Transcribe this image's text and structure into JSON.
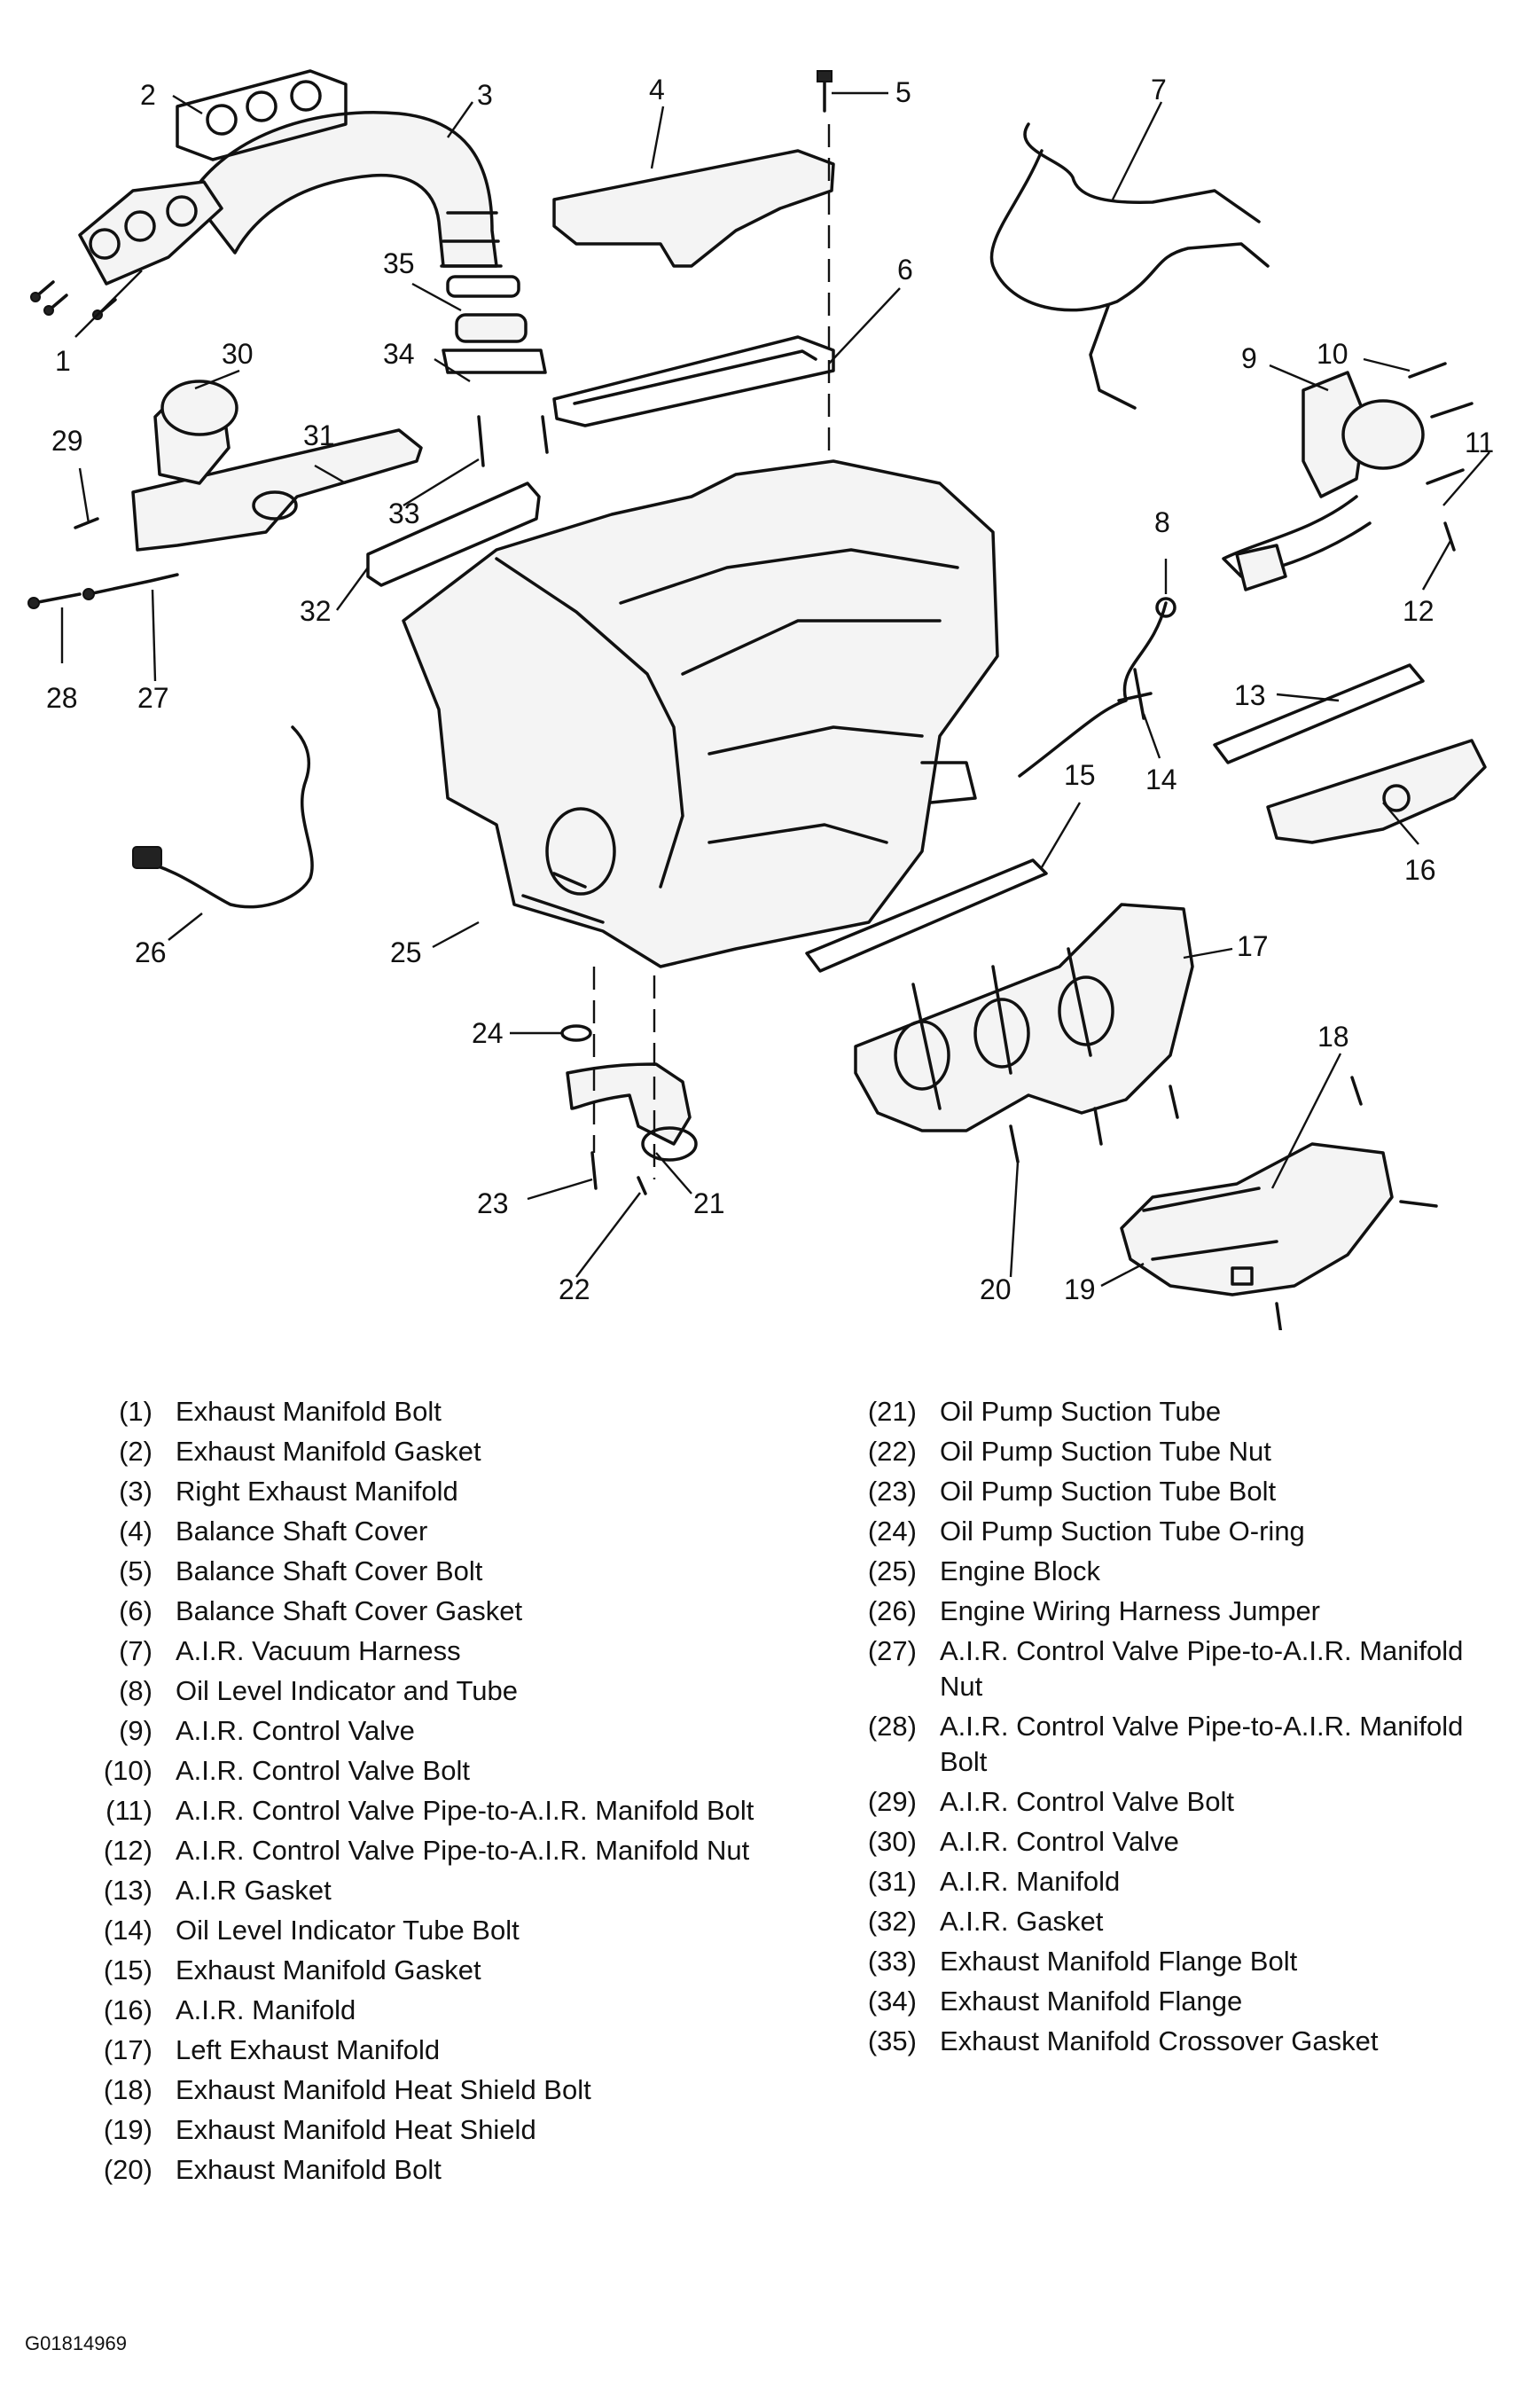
{
  "callouts": {
    "n1": "1",
    "n2": "2",
    "n3": "3",
    "n4": "4",
    "n5": "5",
    "n6": "6",
    "n7": "7",
    "n8": "8",
    "n9": "9",
    "n10": "10",
    "n11": "11",
    "n12": "12",
    "n13": "13",
    "n14": "14",
    "n15": "15",
    "n16": "16",
    "n17": "17",
    "n18": "18",
    "n19": "19",
    "n20": "20",
    "n21": "21",
    "n22": "22",
    "n23": "23",
    "n24": "24",
    "n25": "25",
    "n26": "26",
    "n27": "27",
    "n28": "28",
    "n29": "29",
    "n30": "30",
    "n31": "31",
    "n32": "32",
    "n33": "33",
    "n34": "34",
    "n35": "35"
  },
  "legend_left": [
    {
      "num": "(1)",
      "label": "Exhaust Manifold Bolt"
    },
    {
      "num": "(2)",
      "label": "Exhaust Manifold Gasket"
    },
    {
      "num": "(3)",
      "label": "Right Exhaust Manifold"
    },
    {
      "num": "(4)",
      "label": "Balance Shaft Cover"
    },
    {
      "num": "(5)",
      "label": "Balance Shaft Cover Bolt"
    },
    {
      "num": "(6)",
      "label": "Balance Shaft Cover Gasket"
    },
    {
      "num": "(7)",
      "label": "A.I.R. Vacuum Harness"
    },
    {
      "num": "(8)",
      "label": "Oil Level Indicator and Tube"
    },
    {
      "num": "(9)",
      "label": "A.I.R. Control Valve"
    },
    {
      "num": "(10)",
      "label": "A.I.R. Control Valve Bolt"
    },
    {
      "num": "(11)",
      "label": "A.I.R. Control Valve Pipe-to-A.I.R. Manifold Bolt"
    },
    {
      "num": "(12)",
      "label": "A.I.R. Control Valve Pipe-to-A.I.R. Manifold Nut"
    },
    {
      "num": "(13)",
      "label": "A.I.R Gasket"
    },
    {
      "num": "(14)",
      "label": "Oil Level Indicator Tube Bolt"
    },
    {
      "num": "(15)",
      "label": "Exhaust Manifold Gasket"
    },
    {
      "num": "(16)",
      "label": "A.I.R. Manifold"
    },
    {
      "num": "(17)",
      "label": "Left Exhaust Manifold"
    },
    {
      "num": "(18)",
      "label": "Exhaust Manifold Heat Shield Bolt"
    },
    {
      "num": "(19)",
      "label": "Exhaust Manifold Heat Shield"
    },
    {
      "num": "(20)",
      "label": "Exhaust Manifold Bolt"
    }
  ],
  "legend_right": [
    {
      "num": "(21)",
      "label": "Oil Pump Suction Tube"
    },
    {
      "num": "(22)",
      "label": "Oil Pump Suction Tube Nut"
    },
    {
      "num": "(23)",
      "label": "Oil Pump Suction Tube Bolt"
    },
    {
      "num": "(24)",
      "label": "Oil Pump Suction Tube O-ring"
    },
    {
      "num": "(25)",
      "label": "Engine Block"
    },
    {
      "num": "(26)",
      "label": "Engine Wiring Harness Jumper"
    },
    {
      "num": "(27)",
      "label": "A.I.R. Control Valve Pipe-to-A.I.R. Manifold Nut"
    },
    {
      "num": "(28)",
      "label": "A.I.R. Control Valve Pipe-to-A.I.R. Manifold Bolt"
    },
    {
      "num": "(29)",
      "label": "A.I.R. Control Valve Bolt"
    },
    {
      "num": "(30)",
      "label": "A.I.R. Control Valve"
    },
    {
      "num": "(31)",
      "label": "A.I.R. Manifold"
    },
    {
      "num": "(32)",
      "label": "A.I.R. Gasket"
    },
    {
      "num": "(33)",
      "label": "Exhaust Manifold Flange Bolt"
    },
    {
      "num": "(34)",
      "label": "Exhaust Manifold Flange"
    },
    {
      "num": "(35)",
      "label": "Exhaust Manifold Crossover Gasket"
    }
  ],
  "figure_id": "G01814969"
}
